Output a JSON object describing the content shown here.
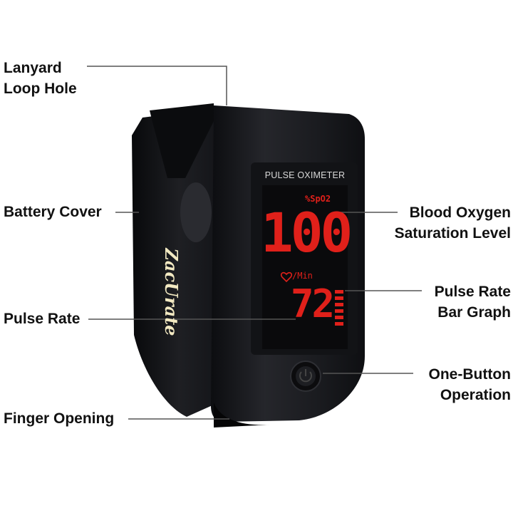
{
  "callouts": {
    "lanyard_line1": "Lanyard",
    "lanyard_line2": "Loop Hole",
    "battery_cover": "Battery Cover",
    "pulse_rate": "Pulse Rate",
    "finger_opening": "Finger Opening",
    "blood_oxygen_line1": "Blood Oxygen",
    "blood_oxygen_line2": "Saturation Level",
    "bar_graph_line1": "Pulse Rate",
    "bar_graph_line2": "Bar Graph",
    "one_button_line1": "One-Button",
    "one_button_line2": "Operation"
  },
  "device": {
    "brand": "ZacUrate",
    "panel_title": "PULSE OXIMETER",
    "spo2_unit": "%SpO2",
    "spo2_value": "100",
    "pulse_unit": "/Min",
    "pulse_value": "72",
    "bar_graph_segments_lit": 6,
    "colors": {
      "body": "#1a1b1f",
      "lcd_red": "#e0201a",
      "screen_bg": "#0a0a0c"
    }
  }
}
